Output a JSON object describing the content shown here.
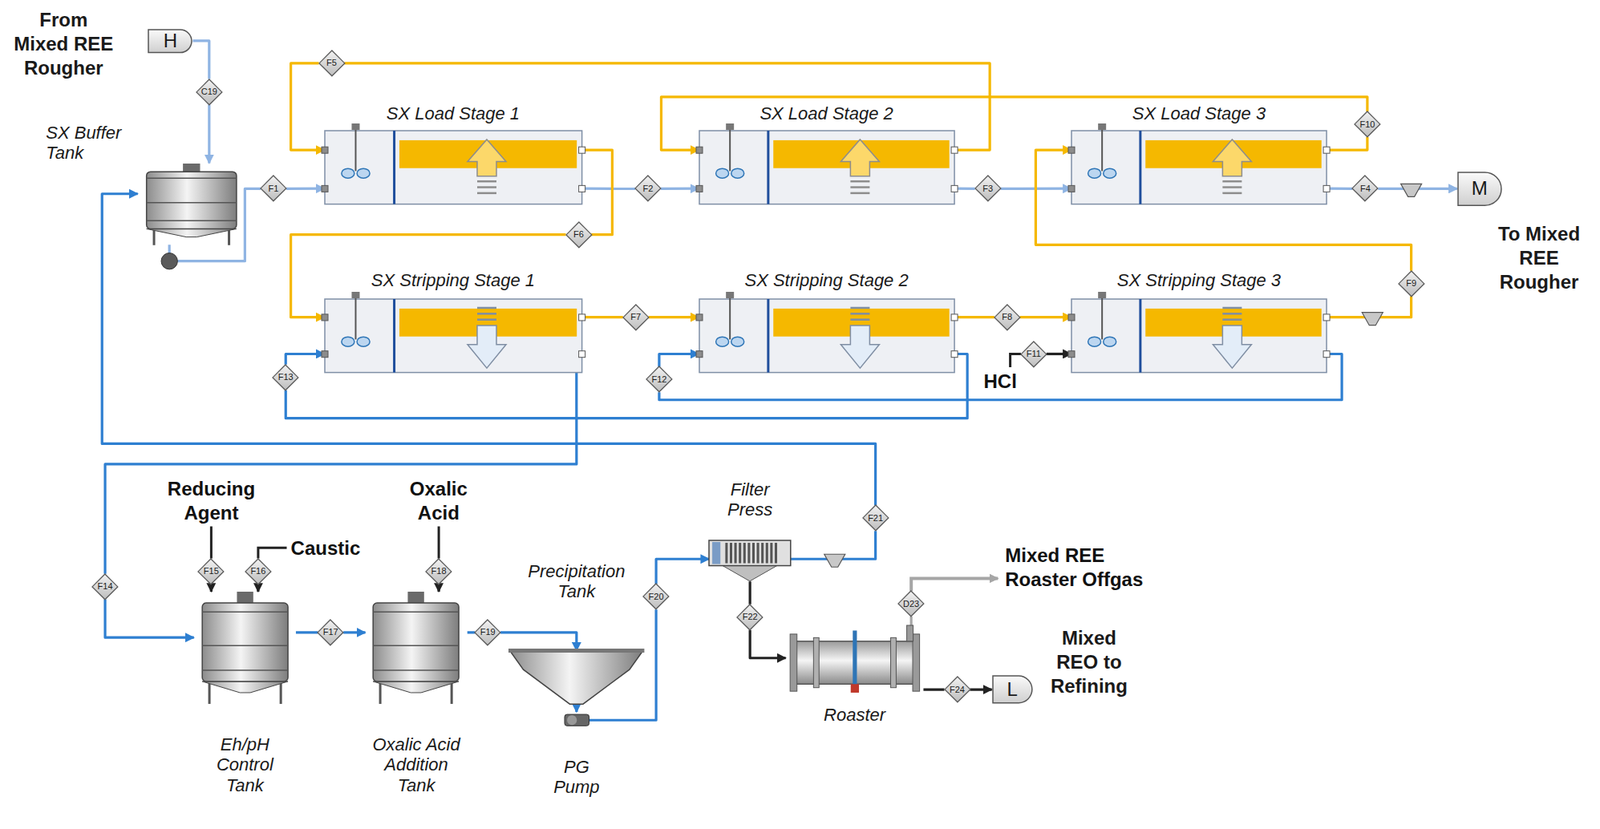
{
  "diagram": {
    "nodes": [
      {
        "text": [
          "H",
          "From Mixed REE Rougher"
        ]
      },
      {
        "text": [
          "C19"
        ]
      },
      {
        "text": [
          "SX Buffer Tank"
        ]
      },
      {
        "text": [
          "F1"
        ]
      },
      {
        "text": [
          "SX Load Stage 1"
        ]
      },
      {
        "text": [
          "F5"
        ]
      },
      {
        "text": [
          "F2"
        ]
      },
      {
        "text": [
          "SX Load Stage 2"
        ]
      },
      {
        "text": [
          "F3"
        ]
      },
      {
        "text": [
          "SX Load Stage 3"
        ]
      },
      {
        "text": [
          "F10"
        ]
      },
      {
        "text": [
          "F4"
        ]
      },
      {
        "text": [
          "M",
          "To Mixed REE Rougher"
        ]
      },
      {
        "text": [
          "F6"
        ]
      },
      {
        "text": [
          "SX Stripping Stage 1"
        ]
      },
      {
        "text": [
          "F7"
        ]
      },
      {
        "text": [
          "SX Stripping Stage 2"
        ]
      },
      {
        "text": [
          "F8"
        ]
      },
      {
        "text": [
          "SX Stripping Stage 3"
        ]
      },
      {
        "text": [
          "F11"
        ]
      },
      {
        "text": [
          "F9"
        ]
      },
      {
        "text": [
          "F13"
        ]
      },
      {
        "text": [
          "F12"
        ]
      },
      {
        "text": [
          "F14"
        ]
      },
      {
        "text": [
          "F15"
        ]
      },
      {
        "text": [
          "F16"
        ]
      },
      {
        "text": [
          "Eh/pH Control Tank"
        ]
      },
      {
        "text": [
          "F17"
        ]
      },
      {
        "text": [
          "F18"
        ]
      },
      {
        "text": [
          "Oxalic Acid Addition Tank"
        ]
      },
      {
        "text": [
          "F19"
        ]
      },
      {
        "text": [
          "Precipitation Tank"
        ]
      },
      {
        "text": [
          "PG Pump"
        ]
      },
      {
        "text": [
          "F20"
        ]
      },
      {
        "text": [
          "Filter Press"
        ]
      },
      {
        "text": [
          "F21"
        ]
      },
      {
        "text": [
          "F22"
        ]
      },
      {
        "text": [
          "Roaster"
        ]
      },
      {
        "text": [
          "D23"
        ]
      },
      {
        "text": [
          "F24"
        ]
      },
      {
        "text": [
          "L",
          "Mixed REO to Refining"
        ]
      }
    ],
    "edges": [
      {
        "from": 0,
        "to": 1,
        "arrow": "none"
      },
      {
        "from": 1,
        "to": 2,
        "arrow": "to"
      },
      {
        "from": 2,
        "to": 3,
        "arrow": "none"
      },
      {
        "from": 3,
        "to": 4,
        "arrow": "to"
      },
      {
        "from": 4,
        "to": 6,
        "arrow": "none"
      },
      {
        "from": 6,
        "to": 7,
        "arrow": "to"
      },
      {
        "from": 7,
        "to": 8,
        "arrow": "none"
      },
      {
        "from": 8,
        "to": 9,
        "arrow": "to"
      },
      {
        "from": 9,
        "to": 11,
        "arrow": "none"
      },
      {
        "from": 11,
        "to": 12,
        "arrow": "to"
      },
      {
        "from": 7,
        "to": 5,
        "arrow": "none"
      },
      {
        "from": 5,
        "to": 4,
        "arrow": "to"
      },
      {
        "from": 9,
        "to": 10,
        "arrow": "none"
      },
      {
        "from": 10,
        "to": 7,
        "arrow": "to"
      },
      {
        "from": 4,
        "to": 13,
        "arrow": "none"
      },
      {
        "from": 13,
        "to": 14,
        "arrow": "to"
      },
      {
        "from": 14,
        "to": 15,
        "arrow": "none"
      },
      {
        "from": 15,
        "to": 16,
        "arrow": "to"
      },
      {
        "from": 16,
        "to": 17,
        "arrow": "none"
      },
      {
        "from": 17,
        "to": 18,
        "arrow": "to"
      },
      {
        "from": 19,
        "to": 18,
        "arrow": "to"
      },
      {
        "from": 18,
        "to": 20,
        "arrow": "none"
      },
      {
        "from": 20,
        "to": 9,
        "arrow": "to"
      },
      {
        "from": 18,
        "to": 22,
        "arrow": "none"
      },
      {
        "from": 22,
        "to": 16,
        "arrow": "to"
      },
      {
        "from": 16,
        "to": 21,
        "arrow": "none"
      },
      {
        "from": 21,
        "to": 14,
        "arrow": "to"
      },
      {
        "from": 14,
        "to": 23,
        "arrow": "none"
      },
      {
        "from": 23,
        "to": 26,
        "arrow": "to"
      },
      {
        "from": 24,
        "to": 26,
        "arrow": "to"
      },
      {
        "from": 25,
        "to": 26,
        "arrow": "to"
      },
      {
        "from": 26,
        "to": 27,
        "arrow": "none"
      },
      {
        "from": 27,
        "to": 29,
        "arrow": "to"
      },
      {
        "from": 28,
        "to": 29,
        "arrow": "to"
      },
      {
        "from": 29,
        "to": 30,
        "arrow": "none"
      },
      {
        "from": 30,
        "to": 31,
        "arrow": "to"
      },
      {
        "from": 31,
        "to": 32,
        "arrow": "to"
      },
      {
        "from": 32,
        "to": 33,
        "arrow": "none"
      },
      {
        "from": 33,
        "to": 34,
        "arrow": "to"
      },
      {
        "from": 34,
        "to": 35,
        "arrow": "none"
      },
      {
        "from": 35,
        "to": 2,
        "arrow": "to"
      },
      {
        "from": 34,
        "to": 36,
        "arrow": "none"
      },
      {
        "from": 36,
        "to": 37,
        "arrow": "to"
      },
      {
        "from": 37,
        "to": 38,
        "arrow": "none"
      },
      {
        "from": 37,
        "to": 39,
        "arrow": "none"
      },
      {
        "from": 39,
        "to": 40,
        "arrow": "to"
      }
    ],
    "labels": [
      "Reducing Agent",
      "Caustic",
      "Oxalic Acid",
      "HCl",
      "Mixed REE Roaster Offgas"
    ]
  }
}
